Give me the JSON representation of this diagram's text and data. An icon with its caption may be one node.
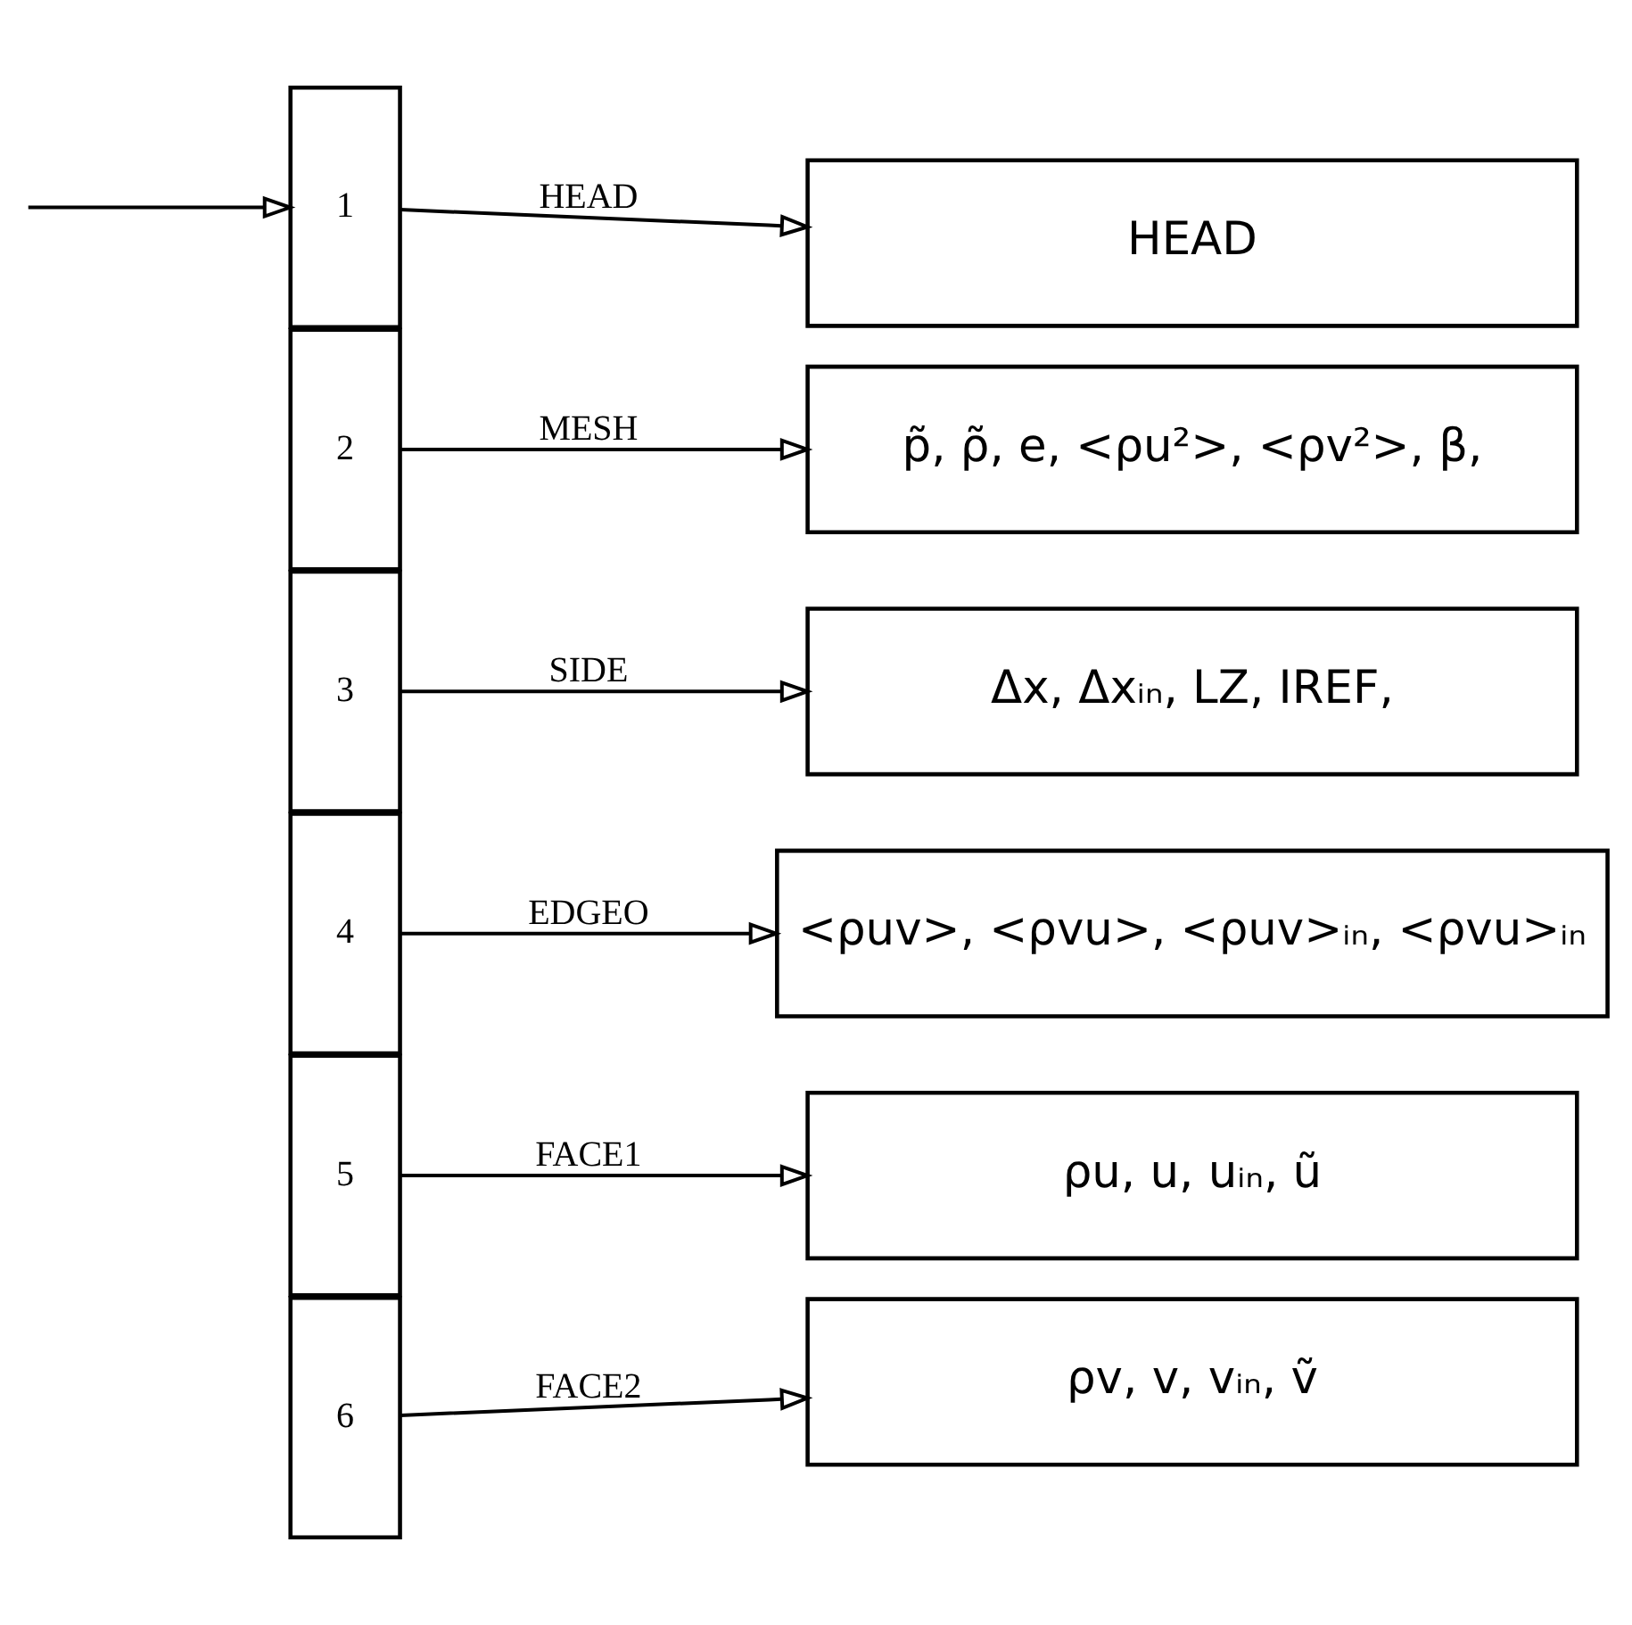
{
  "diagram": {
    "nodes": [
      {
        "text": [
          "1"
        ]
      },
      {
        "text": [
          "HEAD"
        ]
      },
      {
        "text": [
          "2"
        ]
      },
      {
        "text": [
          "p̃, ρ̃, e, <ρu²>, <ρv²>, β,"
        ]
      },
      {
        "text": [
          "3"
        ]
      },
      {
        "text": [
          "Δx, Δxᵢₙ, LZ, IREF,"
        ]
      },
      {
        "text": [
          "4"
        ]
      },
      {
        "text": [
          "<ρuv>, <ρvu>, <ρuv>ᵢₙ, <ρvu>ᵢₙ"
        ]
      },
      {
        "text": [
          "5"
        ]
      },
      {
        "text": [
          "ρu, u, uᵢₙ, ũ"
        ]
      },
      {
        "text": [
          "6"
        ]
      },
      {
        "text": [
          "ρv, v, vᵢₙ, ṽ"
        ]
      }
    ],
    "edges": [
      {
        "from": null,
        "to": 0,
        "arrow": "to"
      },
      {
        "from": 0,
        "to": 1,
        "arrow": "to",
        "label": "HEAD"
      },
      {
        "from": 2,
        "to": 3,
        "arrow": "to",
        "label": "MESH"
      },
      {
        "from": 4,
        "to": 5,
        "arrow": "to",
        "label": "SIDE"
      },
      {
        "from": 6,
        "to": 7,
        "arrow": "to",
        "label": "EDGEO"
      },
      {
        "from": 8,
        "to": 9,
        "arrow": "to",
        "label": "FACE1"
      },
      {
        "from": 10,
        "to": 11,
        "arrow": "to",
        "label": "FACE2"
      }
    ]
  }
}
